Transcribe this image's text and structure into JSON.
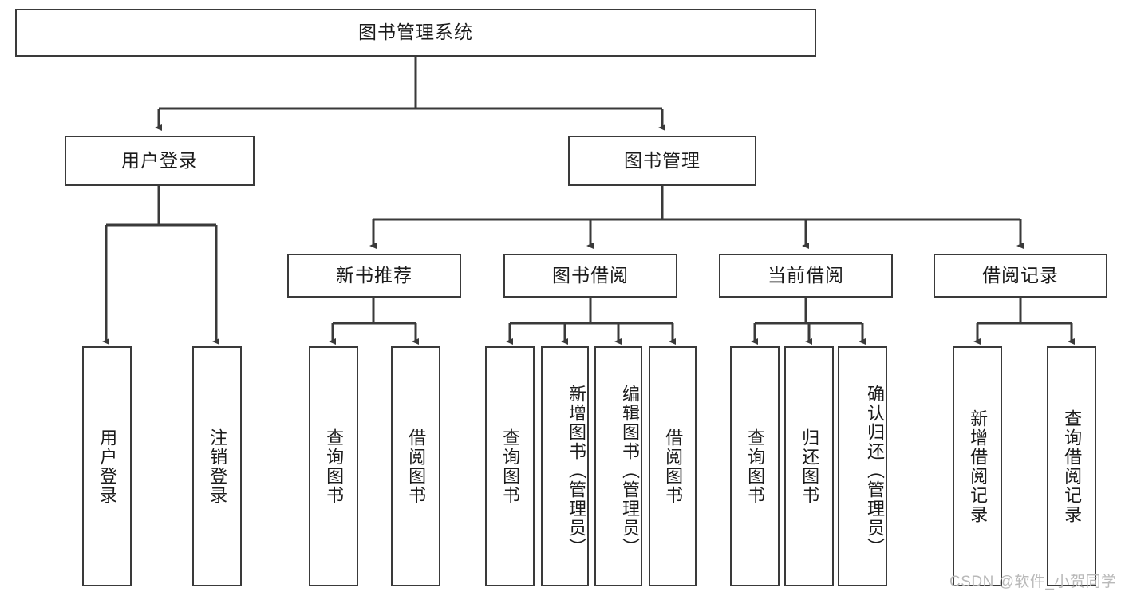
{
  "diagram": {
    "title": "图书管理系统",
    "root": {
      "label": "图书管理系统"
    },
    "level1": [
      {
        "label": "用户登录"
      },
      {
        "label": "图书管理"
      }
    ],
    "level2": [
      {
        "label": "新书推荐"
      },
      {
        "label": "图书借阅"
      },
      {
        "label": "当前借阅"
      },
      {
        "label": "借阅记录"
      }
    ],
    "leaves": {
      "user_login": [
        {
          "label": "用户登录"
        },
        {
          "label": "注销登录"
        }
      ],
      "new_book_recommend": [
        {
          "label": "查询图书"
        },
        {
          "label": "借阅图书"
        }
      ],
      "book_borrow": [
        {
          "label": "查询图书"
        },
        {
          "label": "新增图书（管理员）"
        },
        {
          "label": "编辑图书（管理员）"
        },
        {
          "label": "借阅图书"
        }
      ],
      "current_borrow": [
        {
          "label": "查询图书"
        },
        {
          "label": "归还图书"
        },
        {
          "label": "确认归还（管理员）"
        }
      ],
      "borrow_record": [
        {
          "label": "新增借阅记录"
        },
        {
          "label": "查询借阅记录"
        }
      ]
    }
  },
  "watermark": {
    "text": "CSDN @软件_小贺同学"
  },
  "colors": {
    "stroke": "#3a3a3a",
    "text": "#1b1b1b",
    "background": "#ffffff",
    "watermark": "#b9b9b9"
  }
}
